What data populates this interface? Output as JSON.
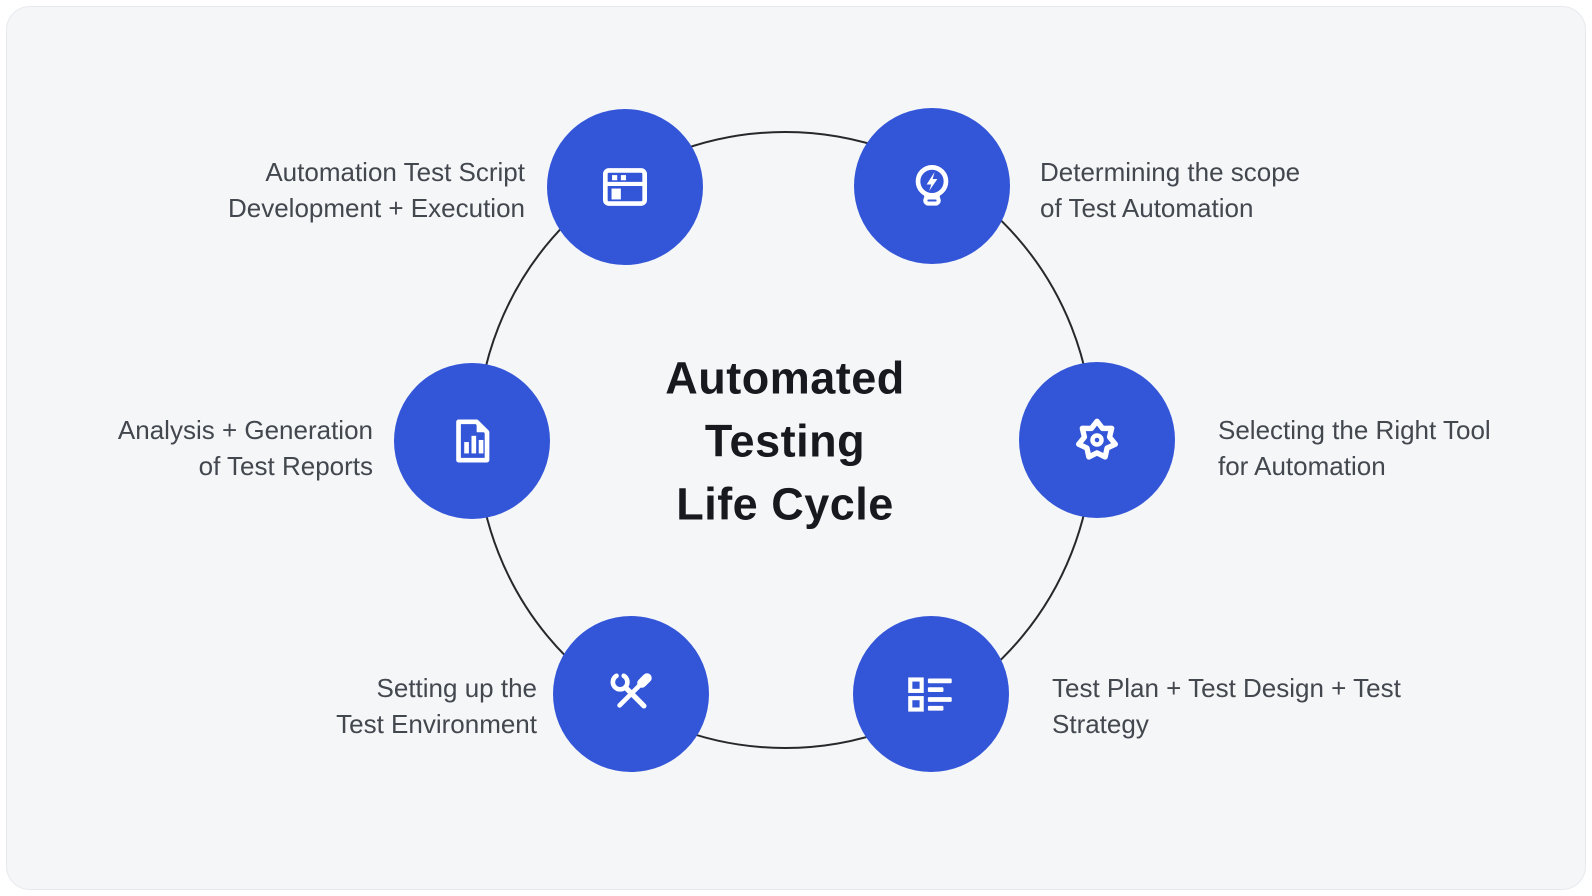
{
  "title": {
    "lines": [
      "Automated",
      "Testing",
      "Life Cycle"
    ]
  },
  "colors": {
    "accent": "#3355D8",
    "card_bg": "#F4F6F8",
    "ring": "#26282C",
    "title": "#17191F",
    "label": "#43474E",
    "icon": "#FFFFFF"
  },
  "steps": [
    {
      "position": "top-right",
      "icon": "lightbulb-bolt-icon",
      "line1": "Determining the scope",
      "line2": "of Test Automation"
    },
    {
      "position": "right",
      "icon": "gear-icon",
      "line1": "Selecting the Right Tool",
      "line2": "for Automation"
    },
    {
      "position": "bottom-right",
      "icon": "checklist-icon",
      "line1": "Test Plan + Test Design + Test",
      "line2": "Strategy"
    },
    {
      "position": "bottom-left",
      "icon": "tools-icon",
      "line1": "Setting up the",
      "line2": "Test Environment"
    },
    {
      "position": "left",
      "icon": "report-document-icon",
      "line1": "Analysis + Generation",
      "line2": "of Test Reports"
    },
    {
      "position": "top-left",
      "icon": "browser-window-icon",
      "line1": "Automation Test Script",
      "line2": "Development + Execution"
    }
  ]
}
